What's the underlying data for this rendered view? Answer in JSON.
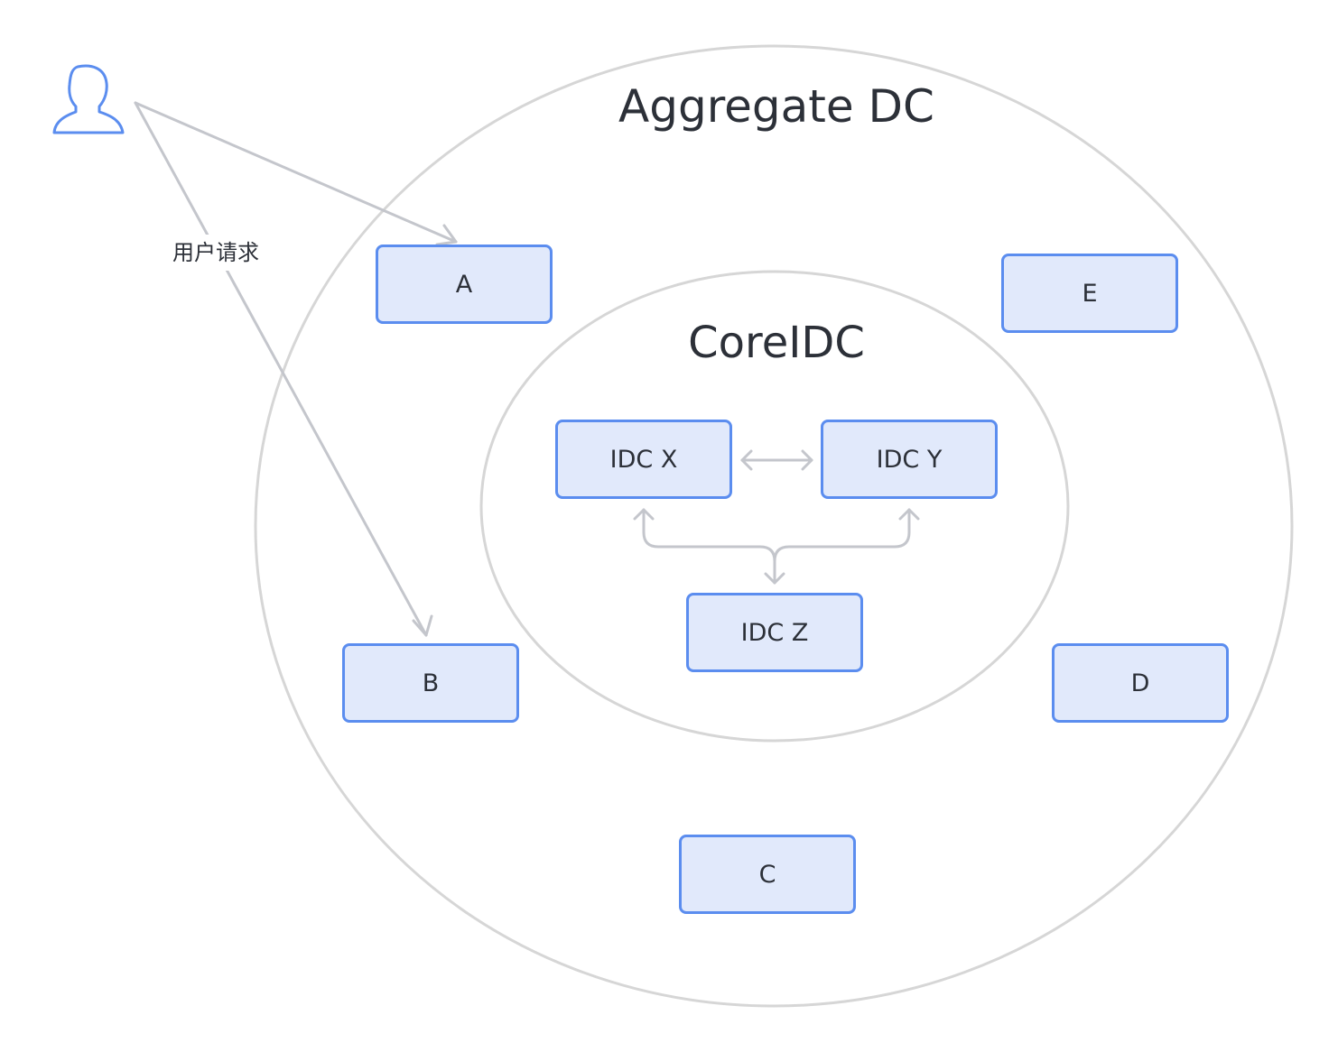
{
  "aggregate_dc": {
    "title": "Aggregate DC"
  },
  "core_idc": {
    "title": "CoreIDC"
  },
  "user_request": {
    "label": "用户请求"
  },
  "nodes": {
    "a": "A",
    "b": "B",
    "c": "C",
    "d": "D",
    "e": "E",
    "idc_x": "IDC X",
    "idc_y": "IDC Y",
    "idc_z": "IDC Z"
  },
  "colors": {
    "node_fill": "#e1e9fb",
    "node_border": "#5b8def",
    "ring": "#d6d6d6",
    "connector": "#c4c6cc",
    "user_icon": "#5b8def"
  },
  "icons": {
    "user": "user-icon"
  }
}
